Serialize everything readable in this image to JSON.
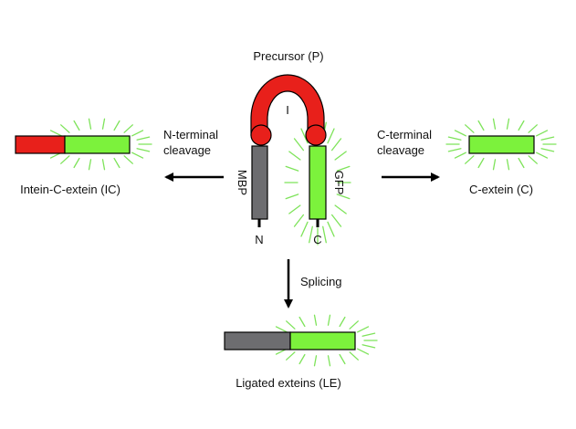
{
  "colors": {
    "intein": "#e8201b",
    "gfp": "#7cf23c",
    "mbp": "#6d6d70",
    "glow": "#7ee35a",
    "outline": "#000000"
  },
  "labels": {
    "precursor": "Precursor (P)",
    "intein_letter": "I",
    "mbp": "MBP",
    "gfp": "GFP",
    "n_terminus": "N",
    "c_terminus": "C",
    "n_cleavage_line1": "N-terminal",
    "n_cleavage_line2": "cleavage",
    "c_cleavage_line1": "C-terminal",
    "c_cleavage_line2": "cleavage",
    "splicing": "Splicing",
    "intein_c_extein": "Intein-C-extein (IC)",
    "c_extein": "C-extein (C)",
    "ligated_exteins": "Ligated exteins (LE)"
  }
}
